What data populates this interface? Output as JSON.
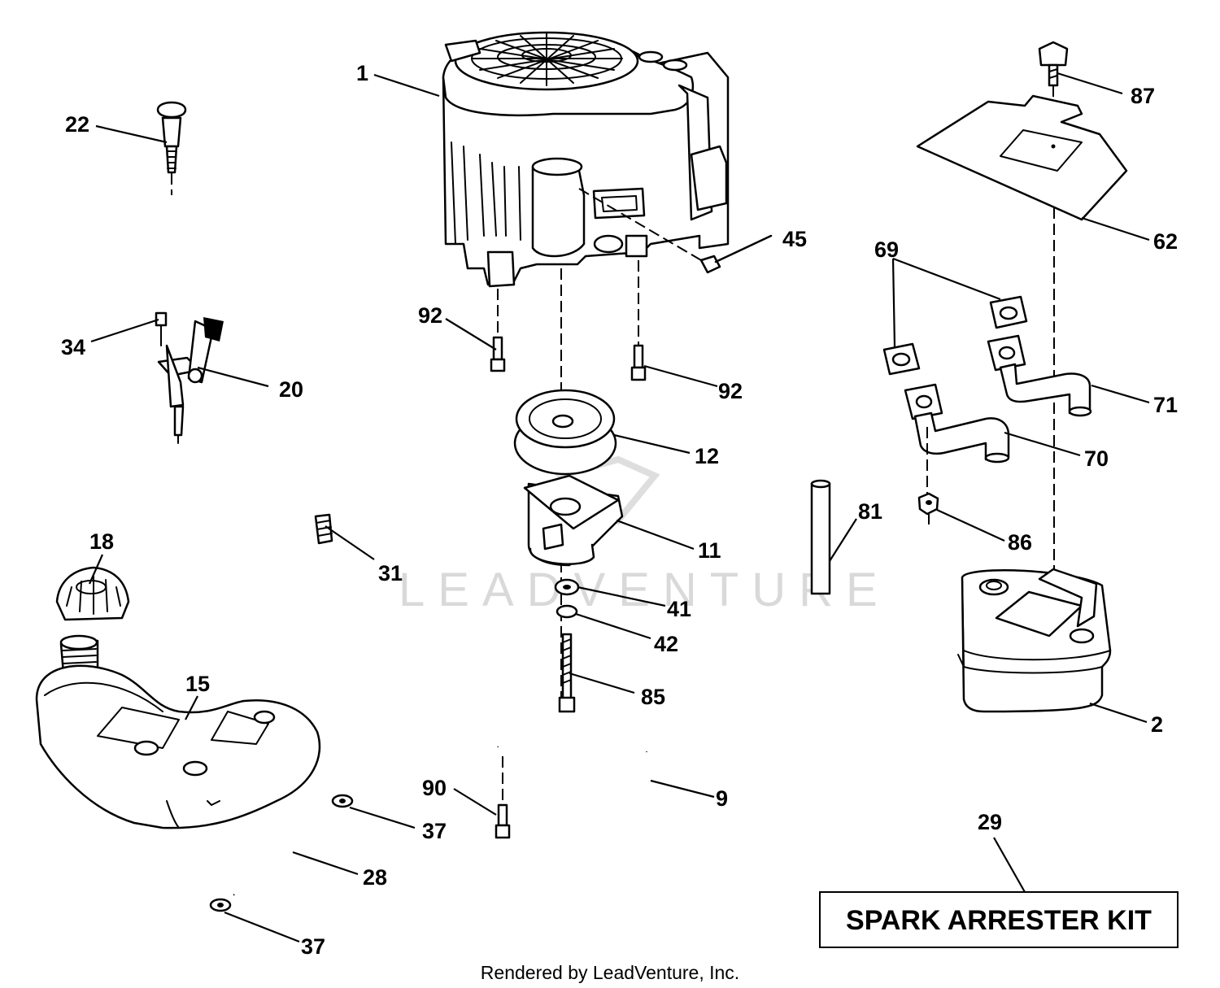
{
  "watermark": "LEADVENTURE",
  "credit": "Rendered by LeadVenture, Inc.",
  "kit_label": "SPARK ARRESTER KIT",
  "callouts": {
    "c1": "1",
    "c22": "22",
    "c34": "34",
    "c20": "20",
    "c92a": "92",
    "c92b": "92",
    "c45": "45",
    "c12": "12",
    "c11": "11",
    "c31": "31",
    "c18": "18",
    "c15": "15",
    "c41": "41",
    "c42": "42",
    "c85": "85",
    "c90": "90",
    "c9": "9",
    "c37a": "37",
    "c28": "28",
    "c37b": "37",
    "c87": "87",
    "c62": "62",
    "c69": "69",
    "c71": "71",
    "c70": "70",
    "c81": "81",
    "c86": "86",
    "c2": "2",
    "c29": "29"
  }
}
